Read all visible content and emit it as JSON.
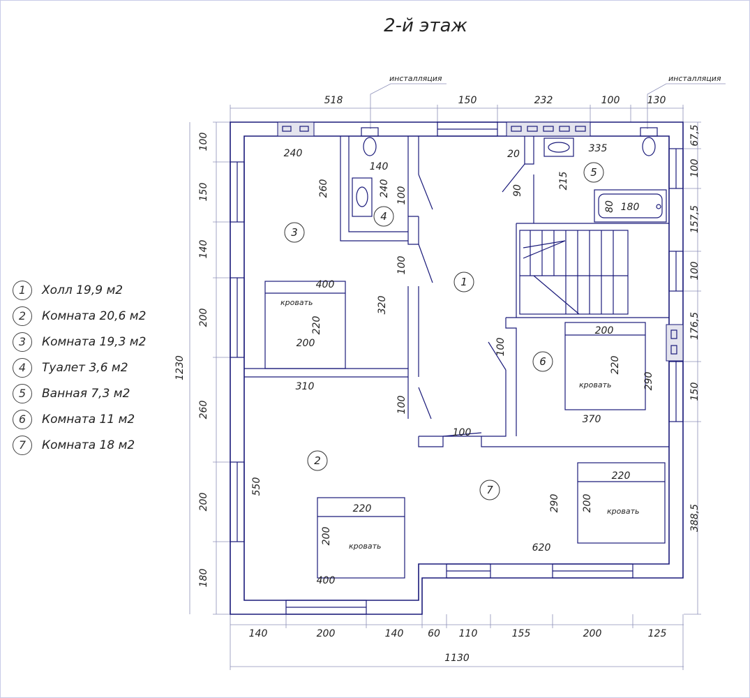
{
  "title": "2-й этаж",
  "legend": [
    {
      "num": "1",
      "text": "Холл 19,9 м2"
    },
    {
      "num": "2",
      "text": "Комната 20,6 м2"
    },
    {
      "num": "3",
      "text": "Комната 19,3 м2"
    },
    {
      "num": "4",
      "text": "Туалет 3,6 м2"
    },
    {
      "num": "5",
      "text": "Ванная 7,3 м2"
    },
    {
      "num": "6",
      "text": "Комната 11 м2"
    },
    {
      "num": "7",
      "text": "Комната 18 м2"
    }
  ],
  "labels": {
    "installation": "инсталляция",
    "bed": "кровать"
  },
  "room_numbers": [
    "1",
    "2",
    "3",
    "4",
    "5",
    "6",
    "7"
  ],
  "dimensions": {
    "top": [
      "518",
      "150",
      "232",
      "100",
      "130"
    ],
    "bottom": [
      "140",
      "200",
      "140",
      "60",
      "110",
      "155",
      "200",
      "125"
    ],
    "overall_width": "1130",
    "left": [
      "100",
      "150",
      "140",
      "200",
      "260",
      "200",
      "180"
    ],
    "overall_height": "1230",
    "right": [
      "67,5",
      "100",
      "157,5",
      "100",
      "176,5",
      "150",
      "388,5"
    ],
    "room3": [
      "240",
      "260",
      "400",
      "320",
      "200",
      "220"
    ],
    "room4": [
      "140",
      "240",
      "100"
    ],
    "hall": [
      "100",
      "100",
      "100",
      "100"
    ],
    "room5": [
      "20",
      "90",
      "335",
      "215",
      "80",
      "180"
    ],
    "room6": [
      "200",
      "220",
      "290",
      "370"
    ],
    "room2": [
      "310",
      "550",
      "220",
      "200",
      "400"
    ],
    "room7": [
      "220",
      "200",
      "290",
      "620"
    ]
  }
}
